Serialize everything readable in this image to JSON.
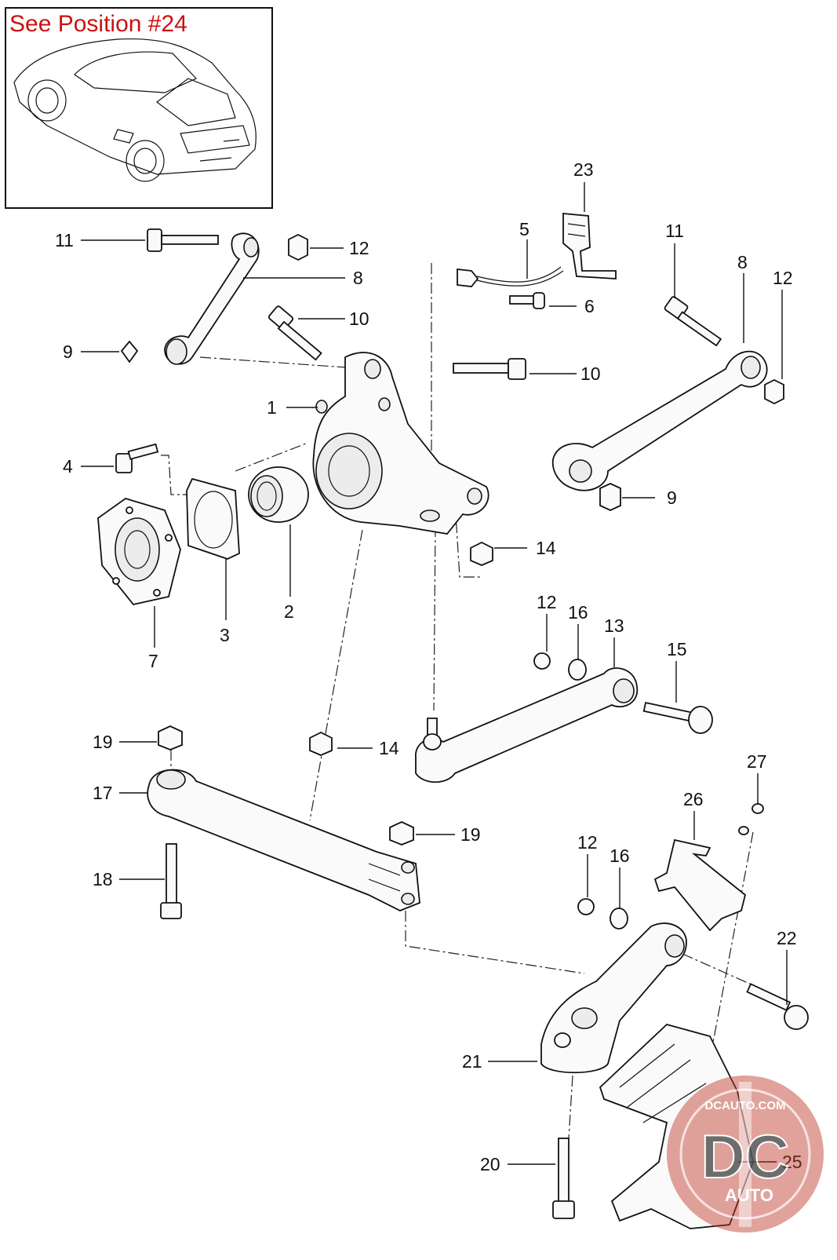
{
  "inset": {
    "note": "See Position #24"
  },
  "watermark": {
    "site": "DCAUTO.COM",
    "monogram": "DC",
    "tagline": "AUTO"
  },
  "callouts": [
    {
      "n": "1"
    },
    {
      "n": "2"
    },
    {
      "n": "3"
    },
    {
      "n": "4"
    },
    {
      "n": "5"
    },
    {
      "n": "6"
    },
    {
      "n": "7"
    },
    {
      "n": "8"
    },
    {
      "n": "8"
    },
    {
      "n": "9"
    },
    {
      "n": "9"
    },
    {
      "n": "10"
    },
    {
      "n": "10"
    },
    {
      "n": "11"
    },
    {
      "n": "11"
    },
    {
      "n": "12"
    },
    {
      "n": "12"
    },
    {
      "n": "12"
    },
    {
      "n": "12"
    },
    {
      "n": "13"
    },
    {
      "n": "14"
    },
    {
      "n": "14"
    },
    {
      "n": "15"
    },
    {
      "n": "16"
    },
    {
      "n": "16"
    },
    {
      "n": "17"
    },
    {
      "n": "18"
    },
    {
      "n": "19"
    },
    {
      "n": "19"
    },
    {
      "n": "20"
    },
    {
      "n": "21"
    },
    {
      "n": "22"
    },
    {
      "n": "23"
    },
    {
      "n": "25"
    },
    {
      "n": "26"
    },
    {
      "n": "27"
    }
  ],
  "colors": {
    "note_text": "#cc1111",
    "ink": "#111111",
    "watermark_red": "#c0392b"
  }
}
